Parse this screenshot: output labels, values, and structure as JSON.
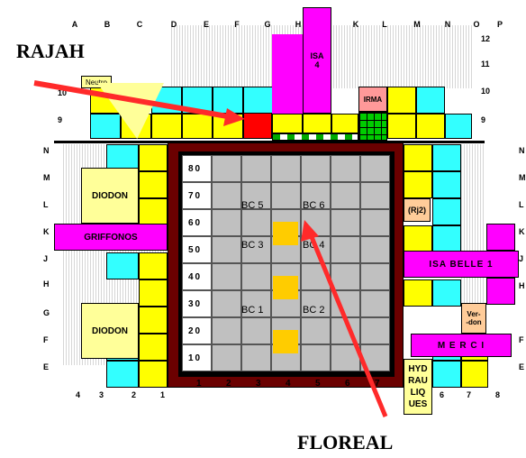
{
  "column_letters": [
    "A",
    "B",
    "C",
    "D",
    "E",
    "F",
    "G",
    "H",
    "",
    "K",
    "L",
    "M",
    "N",
    "O",
    "P"
  ],
  "row_letters_left": [
    "N",
    "M",
    "L",
    "K",
    "J",
    "H",
    "G",
    "F",
    "E"
  ],
  "row_letters_right": [
    "N",
    "M",
    "L",
    "K",
    "J",
    "H",
    "F",
    "E"
  ],
  "top_row_numbers": [
    "12",
    "11",
    "10",
    "9"
  ],
  "left_row_numbers": [
    "10",
    "9"
  ],
  "bottom_left_numbers": [
    "4",
    "3",
    "2",
    "1"
  ],
  "bottom_right_numbers": [
    "6",
    "7",
    "8"
  ],
  "pool_x_labels": [
    "1",
    "2",
    "3",
    "4",
    "5",
    "6",
    "7"
  ],
  "pool_y_labels": [
    "80",
    "70",
    "60",
    "50",
    "40",
    "30",
    "20",
    "10"
  ],
  "bc_labels": [
    "BC 5",
    "BC 6",
    "BC 3",
    "BC 4",
    "BC 1",
    "BC 2"
  ],
  "stands": {
    "neutro": "Neutro",
    "isa4": "ISA\n4",
    "irma": "IRMA",
    "diodon_top": "DIODON",
    "griffonos": "GRIFFONOS",
    "diodon_bottom": "DIODON",
    "rj2": "(Rj2)",
    "isabelle": "ISA BELLE 1",
    "verdon": "Ver-\n-don",
    "merci": "M E R C I",
    "hydrauliques": "HYD\nRAU\nLIQ\nUES"
  },
  "callouts": {
    "rajah": "RAJAH",
    "floreal": "FLOREAL"
  },
  "colors": {
    "cyan": "#33ffff",
    "yellow": "#ffff00",
    "magenta": "#ff00ff",
    "light_yellow": "#ffff99",
    "red": "#ff0000",
    "green": "#00cc00",
    "pink": "#ff9999",
    "orange": "#ffcc00",
    "pool_grey": "#c0c0c0",
    "maroon": "#6b0000"
  }
}
